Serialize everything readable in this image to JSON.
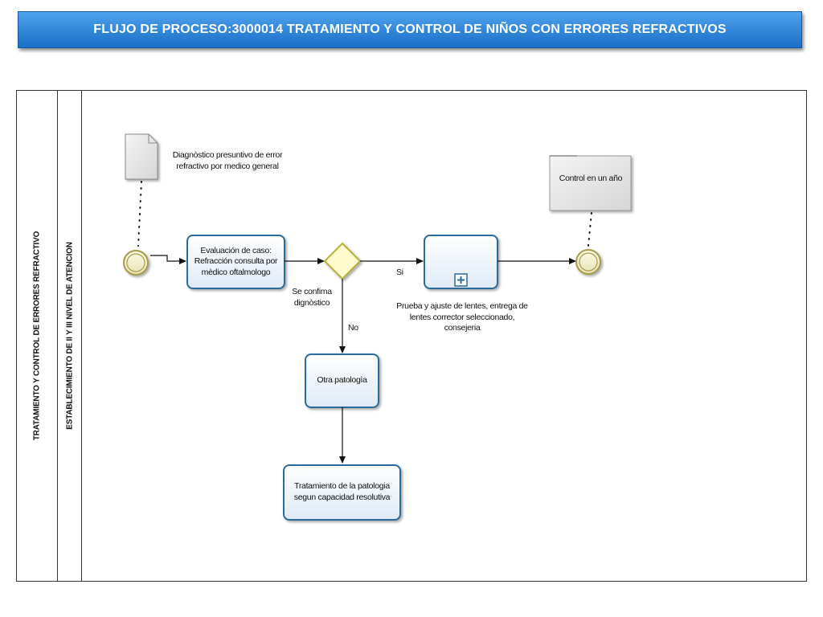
{
  "header": {
    "title": "FLUJO DE PROCESO:3000014 TRATAMIENTO Y CONTROL DE NIÑOS CON ERRORES REFRACTIVOS"
  },
  "pool": {
    "label": "TRATAMIENTO Y CONTROL DE ERRORES REFRACTIVO",
    "lane_label": "ESTABLECIMIENTO DE II Y III NIVEL DE ATENCION"
  },
  "nodes": {
    "document_note": "Diagnòstico presuntivo de error refractivo por medico general",
    "task_evaluation": "Evaluación de caso: Refracción consulta por mèdico oftalmologo",
    "gateway_label": "Se confima dignòstico",
    "branch_yes": "Si",
    "branch_no": "No",
    "subprocess_caption": "Prueba y ajuste de lentes, entrega de lentes corrector seleccionado, consejeria",
    "task_other": "Otra patologìa",
    "task_treatment": "Tratamiento de la patologia segun capacidad resolutiva",
    "end_note": "Control en un año"
  },
  "colors": {
    "title_bar": "#2b84d8",
    "task_border": "#2a6b9c",
    "gateway_fill": "#fffbcc",
    "gateway_border": "#b7b23a",
    "event_border": "#a89a4a"
  }
}
